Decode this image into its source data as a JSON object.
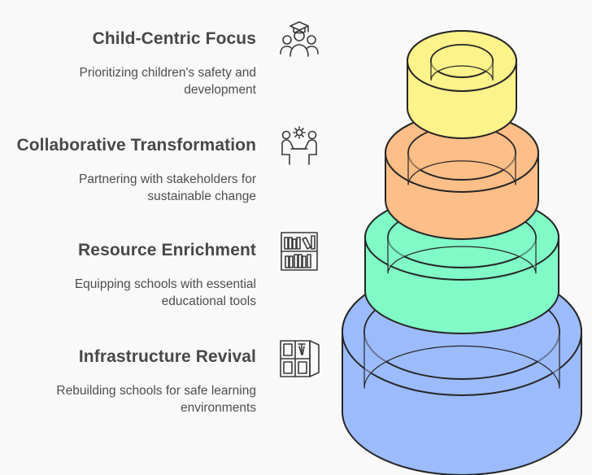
{
  "items": [
    {
      "title": "Child-Centric Focus",
      "desc": "Prioritizing children's safety and development",
      "icon": "student-group-icon"
    },
    {
      "title": "Collaborative Transformation",
      "desc": "Partnering with stakeholders for sustainable change",
      "icon": "collaboration-icon"
    },
    {
      "title": "Resource Enrichment",
      "desc": "Equipping schools with essential educational tools",
      "icon": "bookshelf-icon"
    },
    {
      "title": "Infrastructure Revival",
      "desc": "Rebuilding schools for safe learning environments",
      "icon": "open-door-icon"
    }
  ],
  "colors": {
    "ring_yellow": "#fef28a",
    "ring_orange": "#fdbe87",
    "ring_green": "#80fac6",
    "ring_blue": "#9cbbfc",
    "outline": "#262626",
    "text_title": "#484848",
    "text_desc": "#4e4e4e"
  }
}
